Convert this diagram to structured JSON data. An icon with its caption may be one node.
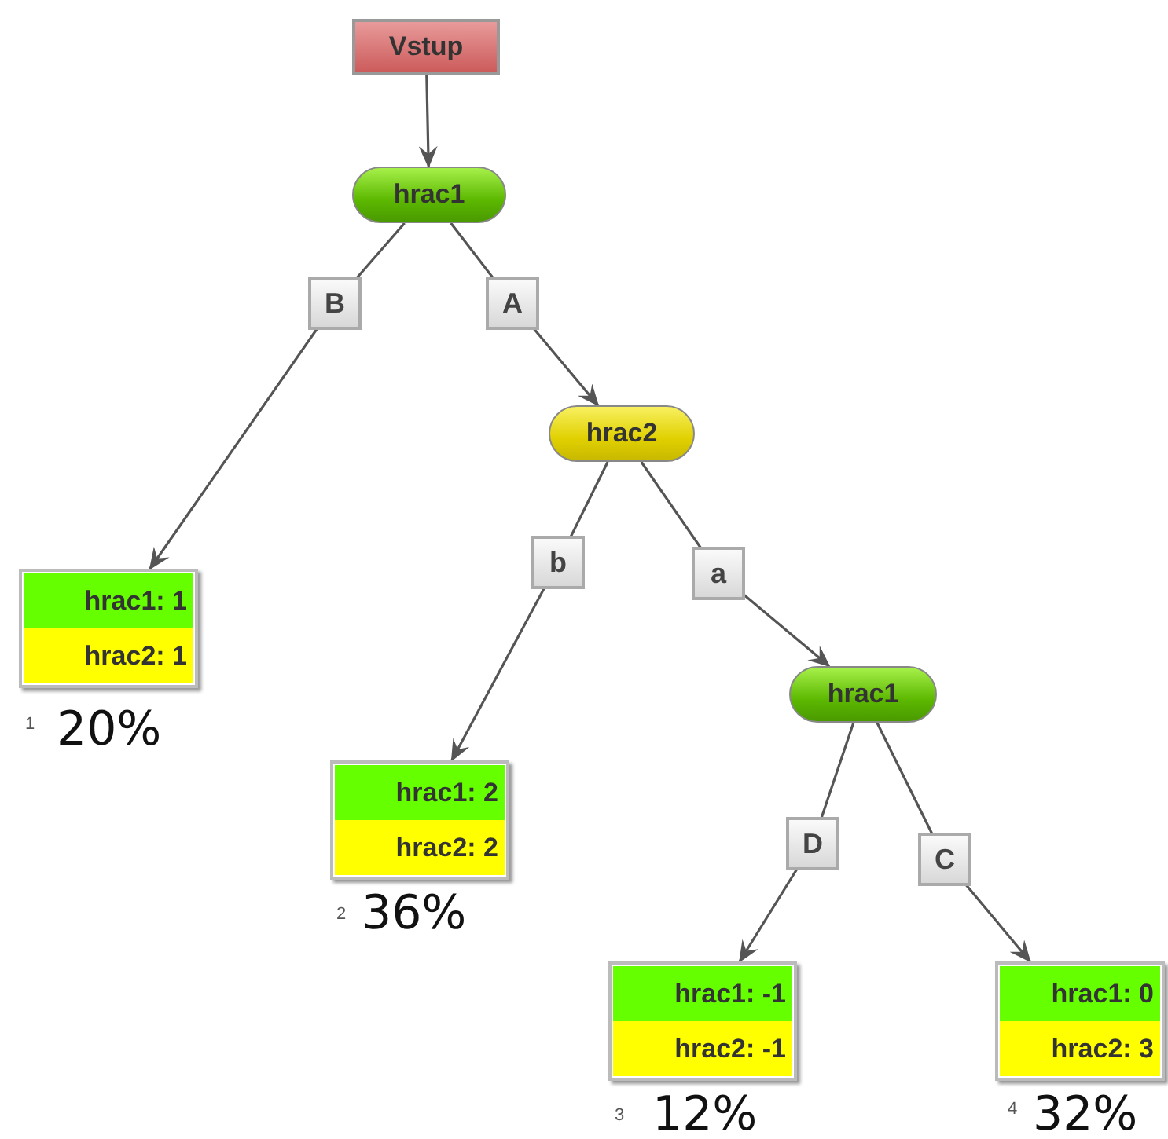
{
  "diagram": {
    "nodes": [
      {
        "text": [
          "Vstup"
        ]
      },
      {
        "text": [
          "hrac1"
        ]
      },
      {
        "text": [
          "hrac1: 1",
          "hrac2: 1"
        ],
        "beside": [
          "1",
          "20%"
        ]
      },
      {
        "text": [
          "hrac2"
        ]
      },
      {
        "text": [
          "hrac1: 2",
          "hrac2: 2"
        ],
        "beside": [
          "2",
          "36%"
        ]
      },
      {
        "text": [
          "hrac1"
        ]
      },
      {
        "text": [
          "hrac1: -1",
          "hrac2: -1"
        ],
        "beside": [
          "3",
          "12%"
        ]
      },
      {
        "text": [
          "hrac1: 0",
          "hrac2: 3"
        ],
        "beside": [
          "4",
          "32%"
        ]
      }
    ],
    "edges": [
      {
        "from": 0,
        "to": 1,
        "arrow": "to"
      },
      {
        "from": 1,
        "to": 2,
        "arrow": "to",
        "label": "B"
      },
      {
        "from": 1,
        "to": 3,
        "arrow": "to",
        "label": "A"
      },
      {
        "from": 3,
        "to": 4,
        "arrow": "to",
        "label": "b"
      },
      {
        "from": 3,
        "to": 5,
        "arrow": "to",
        "label": "a"
      },
      {
        "from": 5,
        "to": 6,
        "arrow": "to",
        "label": "D"
      },
      {
        "from": 5,
        "to": 7,
        "arrow": "to",
        "label": "C"
      }
    ]
  }
}
